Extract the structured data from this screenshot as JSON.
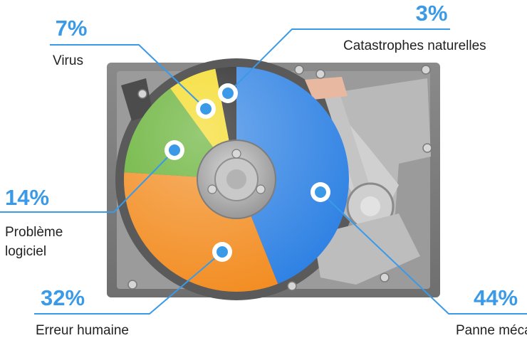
{
  "chart_data": {
    "type": "pie",
    "slices": [
      {
        "label": "Panne mécanique",
        "value": 44,
        "value_label": "44%",
        "color": "#2a7fe3"
      },
      {
        "label": "Erreur humaine",
        "value": 32,
        "value_label": "32%",
        "color": "#f28a1c"
      },
      {
        "label": "Problème logiciel",
        "label_lines": [
          "Problème",
          "logiciel"
        ],
        "value": 14,
        "value_label": "14%",
        "color": "#5fae2c"
      },
      {
        "label": "Virus",
        "value": 7,
        "value_label": "7%",
        "color": "#f4d91a"
      },
      {
        "label": "Catastrophes naturelles",
        "value": 3,
        "value_label": "3%",
        "color": "#1a1a1a"
      }
    ]
  },
  "colors": {
    "callout": "#3a9ae8",
    "label_text": "#222222"
  }
}
